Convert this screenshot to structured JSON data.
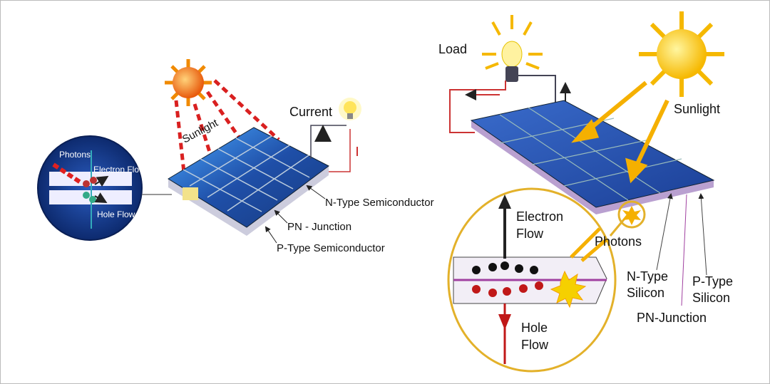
{
  "left": {
    "sunlight": "Sunlight",
    "current": "Current",
    "n_type": "N-Type Semiconductor",
    "pn_junction": "PN - Junction",
    "p_type": "P-Type Semiconductor",
    "inset": {
      "photons": "Photons",
      "electron_flow": "Electron Flow",
      "hole_flow": "Hole Flow"
    }
  },
  "right": {
    "load": "Load",
    "sunlight": "Sunlight",
    "electron_flow_1": "Electron",
    "electron_flow_2": "Flow",
    "photons": "Photons",
    "n_type_1": "N-Type",
    "n_type_2": "Silicon",
    "p_type_1": "P-Type",
    "p_type_2": "Silicon",
    "pn_junction": "PN-Junction",
    "hole_flow_1": "Hole",
    "hole_flow_2": "Flow"
  },
  "colors": {
    "panel": "#1f4fa8",
    "sun": "#f5a800",
    "photon": "#e02020",
    "circle_outline": "#e3b12a"
  }
}
